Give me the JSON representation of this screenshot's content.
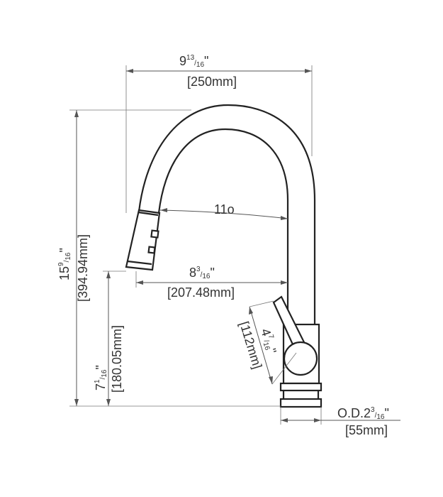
{
  "dimensions": {
    "overall_width": {
      "whole": "9",
      "num": "13",
      "den": "16",
      "unit": "\"",
      "metric": "[250mm]"
    },
    "overall_height": {
      "whole": "15",
      "num": "9",
      "den": "16",
      "unit": "\"",
      "metric": "[394.94mm]"
    },
    "spout_reach": {
      "whole": "8",
      "num": "3",
      "den": "16",
      "unit": "\"",
      "metric": "[207.48mm]"
    },
    "spout_clearance": {
      "whole": "7",
      "num": "1",
      "den": "16",
      "unit": "\"",
      "metric": "[180.05mm]"
    },
    "handle_length": {
      "whole": "4",
      "num": "7",
      "den": "16",
      "unit": "\"",
      "metric": "[112mm]"
    },
    "base_diameter": {
      "prefix": "O.D.",
      "whole": "2",
      "num": "3",
      "den": "16",
      "unit": "\"",
      "metric": "[55mm]"
    },
    "spray_angle": "11o"
  }
}
